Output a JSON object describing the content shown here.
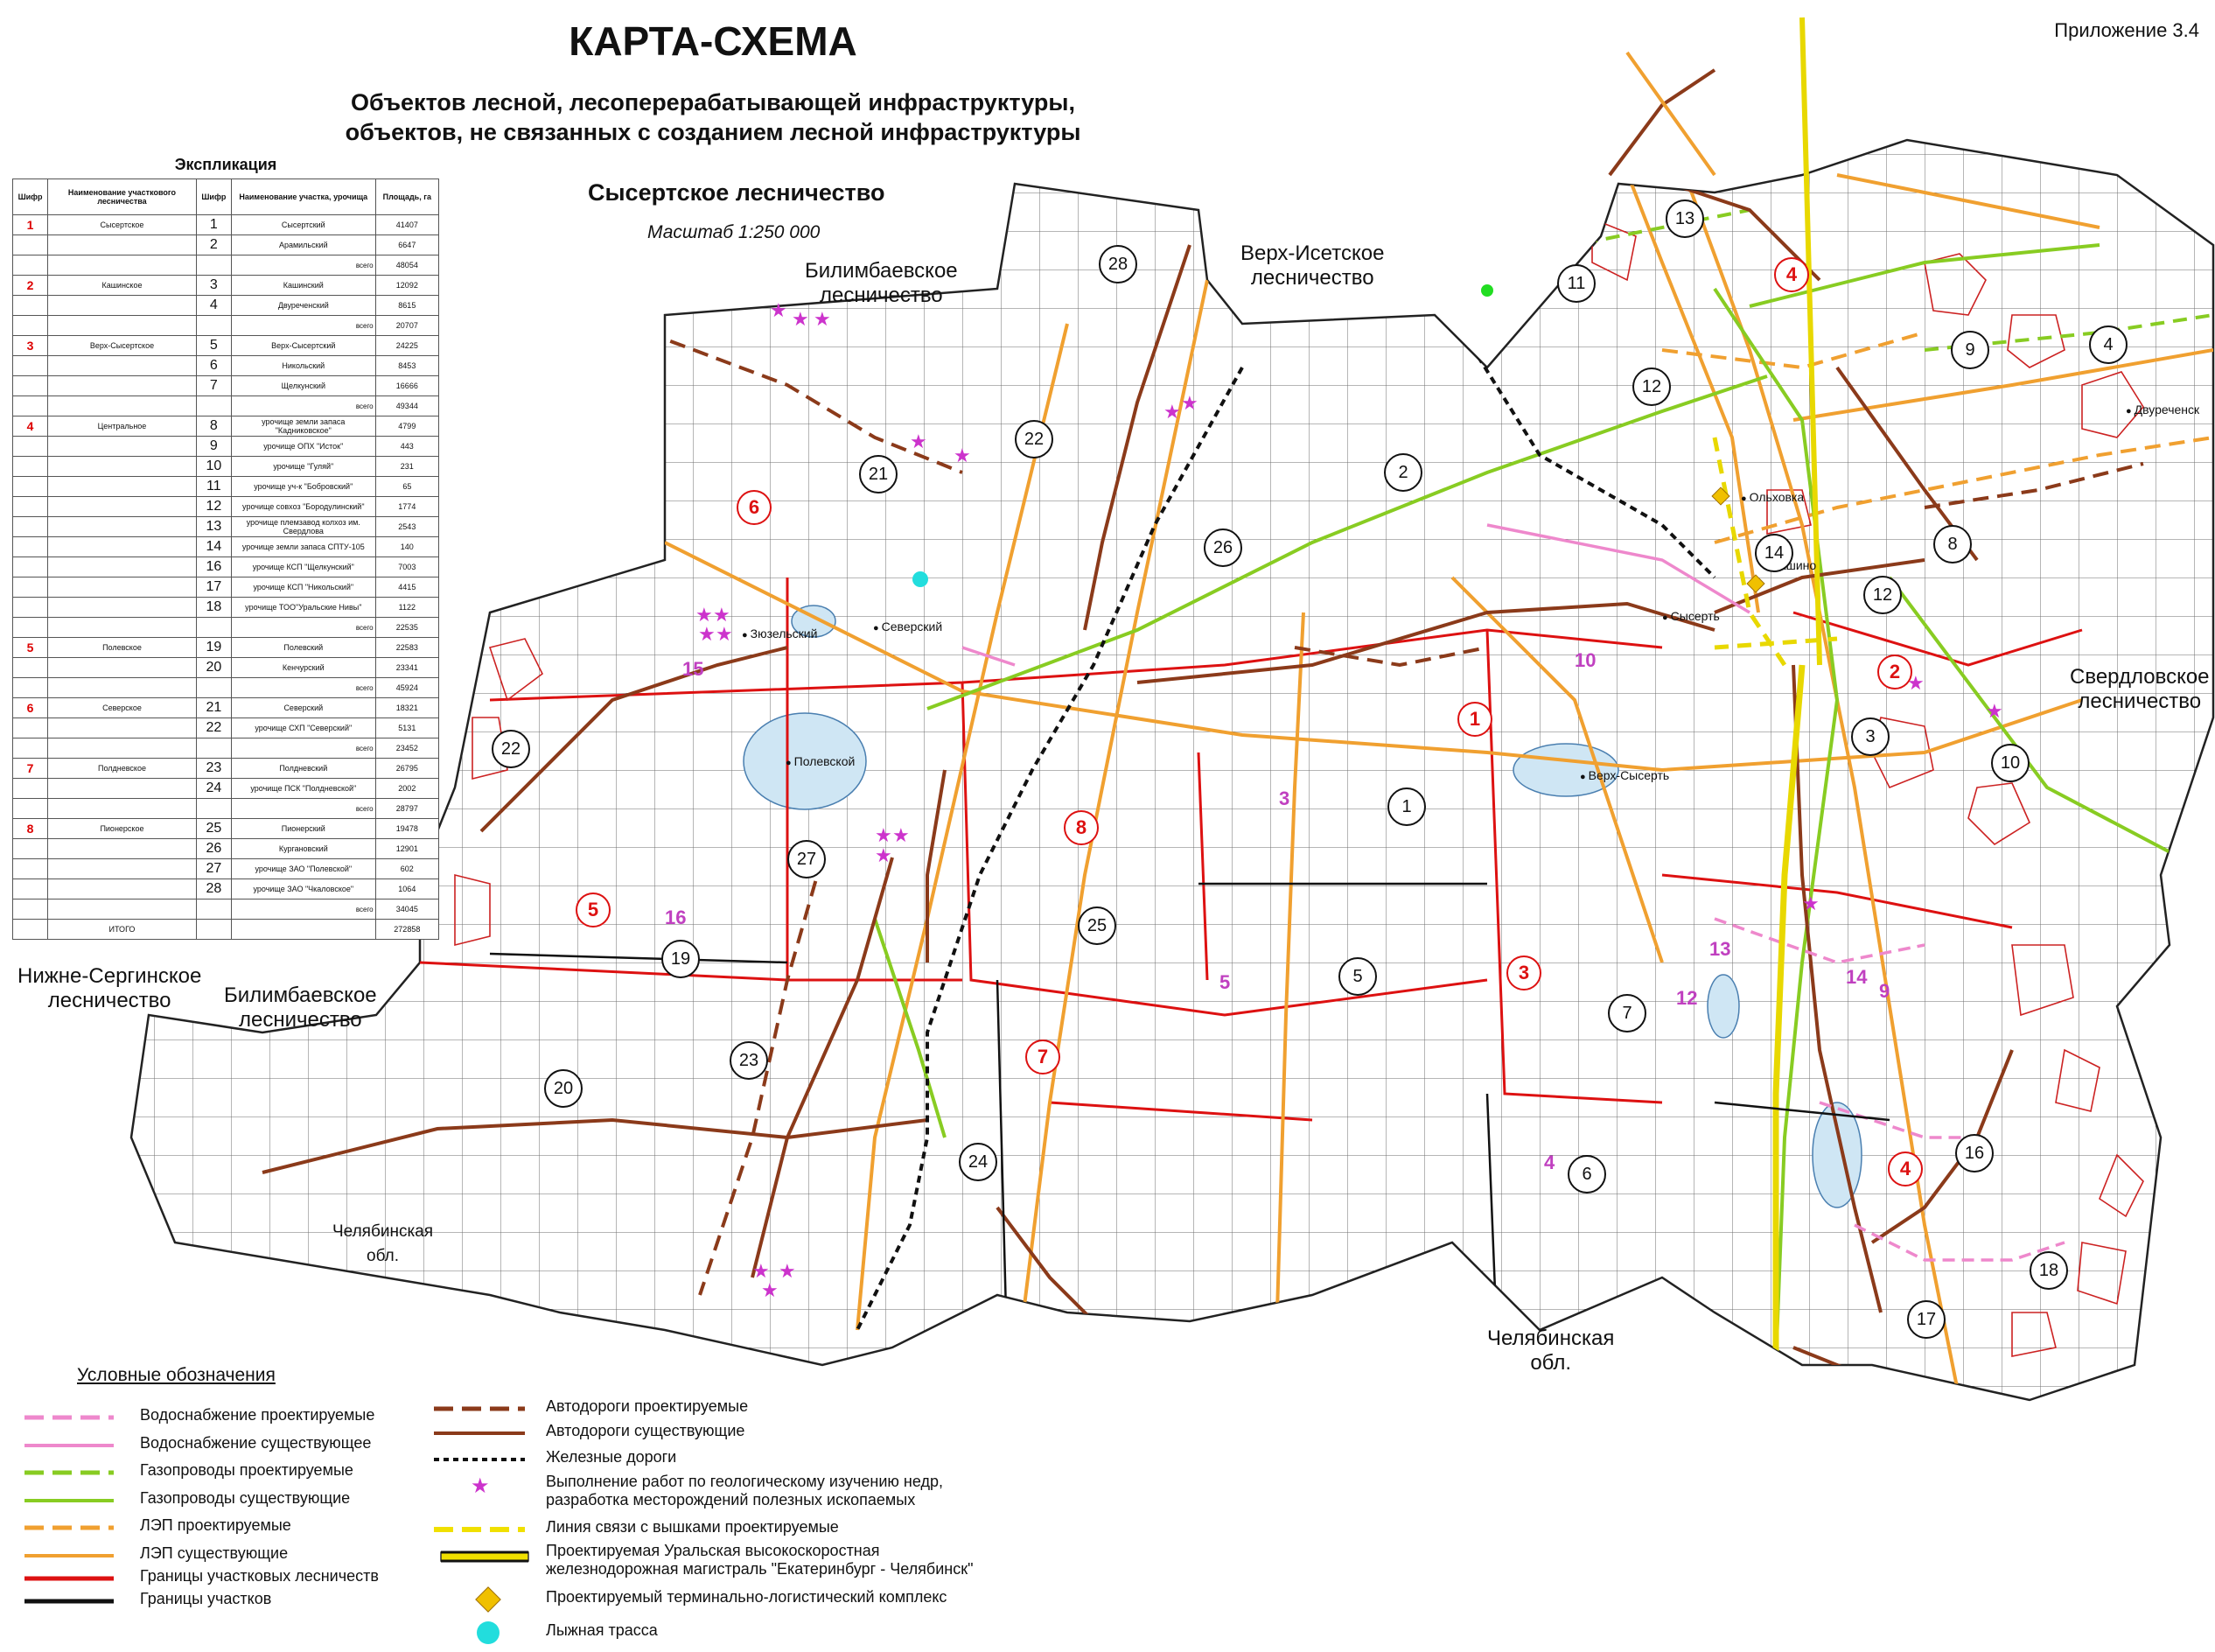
{
  "header": {
    "title": "КАРТА-СХЕМА",
    "subtitle_line1": "Объектов лесной, лесоперерабатывающей инфраструктуры,",
    "subtitle_line2": "объектов, не связанных с созданием лесной инфраструктуры",
    "appendix": "Приложение 3.4",
    "forestry_name": "Сысертское лесничество",
    "scale": "Масштаб 1:250 000"
  },
  "neighbors": {
    "bilimbaevskoe_north_1": "Билимбаевское",
    "bilimbaevskoe_north_2": "лесничество",
    "verkh_isetskoe_1": "Верх-Исетское",
    "verkh_isetskoe_2": "лесничество",
    "sverdlovskoe_1": "Свердловское",
    "sverdlovskoe_2": "лесничество",
    "nizhne_serginskoe_1": "Нижне-Сергинское",
    "nizhne_serginskoe_2": "лесничество",
    "bilimbaevskoe_south_1": "Билимбаевское",
    "bilimbaevskoe_south_2": "лесничество",
    "chelyabinsk_west_1": "Челябинская",
    "chelyabinsk_west_2": "обл.",
    "chelyabinsk_south_1": "Челябинская",
    "chelyabinsk_south_2": "обл."
  },
  "places": {
    "severskiy": "Северский",
    "zyuzelskiy": "Зюзельский",
    "polevskoy": "Полевской",
    "sysert": "Сысерть",
    "verkh_sysert": "Верх-Сысерть",
    "kashino": "Кашино",
    "dvurechensk": "Двуреченск",
    "olkhovka": "Ольховка"
  },
  "explication": {
    "title": "Экспликация",
    "headers": {
      "code": "Шифр",
      "forestry": "Наименование участкового лесничества",
      "code2": "Шифр",
      "section": "Наименование участка, урочища",
      "area": "Площадь, га"
    },
    "rows": [
      {
        "code": "1",
        "forestry": "Сысертское",
        "sub": "1",
        "name": "Сысертский",
        "area": "41407"
      },
      {
        "code": "",
        "forestry": "",
        "sub": "2",
        "name": "Арамильский",
        "area": "6647"
      },
      {
        "code": "",
        "forestry": "",
        "sub": "",
        "name": "всего",
        "area": "48054",
        "total": true
      },
      {
        "code": "2",
        "forestry": "Кашинское",
        "sub": "3",
        "name": "Кашинский",
        "area": "12092"
      },
      {
        "code": "",
        "forestry": "",
        "sub": "4",
        "name": "Двуреченский",
        "area": "8615"
      },
      {
        "code": "",
        "forestry": "",
        "sub": "",
        "name": "всего",
        "area": "20707",
        "total": true
      },
      {
        "code": "3",
        "forestry": "Верх-Сысертское",
        "sub": "5",
        "name": "Верх-Сысертский",
        "area": "24225"
      },
      {
        "code": "",
        "forestry": "",
        "sub": "6",
        "name": "Никольский",
        "area": "8453"
      },
      {
        "code": "",
        "forestry": "",
        "sub": "7",
        "name": "Щелкунский",
        "area": "16666"
      },
      {
        "code": "",
        "forestry": "",
        "sub": "",
        "name": "всего",
        "area": "49344",
        "total": true
      },
      {
        "code": "4",
        "forestry": "Центральное",
        "sub": "8",
        "name": "урочище земли запаса \"Кадниковское\"",
        "area": "4799"
      },
      {
        "code": "",
        "forestry": "",
        "sub": "9",
        "name": "урочище ОПХ \"Исток\"",
        "area": "443"
      },
      {
        "code": "",
        "forestry": "",
        "sub": "10",
        "name": "урочище \"Гуляй\"",
        "area": "231"
      },
      {
        "code": "",
        "forestry": "",
        "sub": "11",
        "name": "урочище уч-к \"Бобровский\"",
        "area": "65"
      },
      {
        "code": "",
        "forestry": "",
        "sub": "12",
        "name": "урочище совхоз \"Бородулинский\"",
        "area": "1774"
      },
      {
        "code": "",
        "forestry": "",
        "sub": "13",
        "name": "урочище племзавод колхоз им. Свердлова",
        "area": "2543"
      },
      {
        "code": "",
        "forestry": "",
        "sub": "14",
        "name": "урочище земли запаса СПТУ-105",
        "area": "140"
      },
      {
        "code": "",
        "forestry": "",
        "sub": "16",
        "name": "урочище КСП \"Щелкунский\"",
        "area": "7003"
      },
      {
        "code": "",
        "forestry": "",
        "sub": "17",
        "name": "урочище КСП \"Никольский\"",
        "area": "4415"
      },
      {
        "code": "",
        "forestry": "",
        "sub": "18",
        "name": "урочище ТОО\"Уральские Нивы\"",
        "area": "1122"
      },
      {
        "code": "",
        "forestry": "",
        "sub": "",
        "name": "всего",
        "area": "22535",
        "total": true
      },
      {
        "code": "5",
        "forestry": "Полевское",
        "sub": "19",
        "name": "Полевский",
        "area": "22583"
      },
      {
        "code": "",
        "forestry": "",
        "sub": "20",
        "name": "Кенчурский",
        "area": "23341"
      },
      {
        "code": "",
        "forestry": "",
        "sub": "",
        "name": "всего",
        "area": "45924",
        "total": true
      },
      {
        "code": "6",
        "forestry": "Северское",
        "sub": "21",
        "name": "Северский",
        "area": "18321"
      },
      {
        "code": "",
        "forestry": "",
        "sub": "22",
        "name": "урочище СХП \"Северский\"",
        "area": "5131"
      },
      {
        "code": "",
        "forestry": "",
        "sub": "",
        "name": "всего",
        "area": "23452",
        "total": true
      },
      {
        "code": "7",
        "forestry": "Полдневское",
        "sub": "23",
        "name": "Полдневский",
        "area": "26795"
      },
      {
        "code": "",
        "forestry": "",
        "sub": "24",
        "name": "урочище ПСК \"Полдневской\"",
        "area": "2002"
      },
      {
        "code": "",
        "forestry": "",
        "sub": "",
        "name": "всего",
        "area": "28797",
        "total": true
      },
      {
        "code": "8",
        "forestry": "Пионерское",
        "sub": "25",
        "name": "Пионерский",
        "area": "19478"
      },
      {
        "code": "",
        "forestry": "",
        "sub": "26",
        "name": "Кургановский",
        "area": "12901"
      },
      {
        "code": "",
        "forestry": "",
        "sub": "27",
        "name": "урочище ЗАО \"Полевской\"",
        "area": "602"
      },
      {
        "code": "",
        "forestry": "",
        "sub": "28",
        "name": "урочище ЗАО \"Чкаловское\"",
        "area": "1064"
      },
      {
        "code": "",
        "forestry": "",
        "sub": "",
        "name": "всего",
        "area": "34045",
        "total": true
      },
      {
        "code": "",
        "forestry": "ИТОГО",
        "sub": "",
        "name": "",
        "area": "272858",
        "total": true
      }
    ]
  },
  "legend": {
    "title": "Условные обозначения",
    "left": [
      {
        "label": "Водоснабжение проектируемые",
        "color": "#ee88cc",
        "style": "dash"
      },
      {
        "label": "Водоснабжение существующее",
        "color": "#ee88cc",
        "style": "solid"
      },
      {
        "label": "Газопроводы проектируемые",
        "color": "#88cc22",
        "style": "dash"
      },
      {
        "label": "Газопроводы существующие",
        "color": "#88cc22",
        "style": "solid"
      },
      {
        "label": "ЛЭП проектируемые",
        "color": "#f0a030",
        "style": "dash"
      },
      {
        "label": "ЛЭП существующие",
        "color": "#f0a030",
        "style": "solid"
      },
      {
        "label": "Границы участковых лесничеств",
        "color": "#dd1111",
        "style": "solid"
      },
      {
        "label": "Границы участков",
        "color": "#111111",
        "style": "solid"
      }
    ],
    "right": [
      {
        "label": "Автодороги проектируемые",
        "color": "#8b3a1a",
        "style": "dash"
      },
      {
        "label": "Автодороги существующие",
        "color": "#8b3a1a",
        "style": "solid"
      },
      {
        "label": "Железные дороги",
        "color": "#111111",
        "style": "dot"
      },
      {
        "label": "Выполнение работ по геологическому изучению недр,",
        "label2": "разработка месторождений полезных ископаемых",
        "color": "#cc33cc",
        "style": "star"
      },
      {
        "label": "Линия связи с вышками проектируемые",
        "color": "#f0e000",
        "style": "dash"
      },
      {
        "label": "Проектируемая Уральская высокоскоростная",
        "label2": "железнодорожная магистраль \"Екатеринбург - Челябинск\"",
        "color": "#f0e000",
        "style": "rail"
      },
      {
        "label": "Проектируемый терминально-логистический комплекс",
        "color": "#f0c000",
        "style": "diamond"
      },
      {
        "label": "Лыжная трасса",
        "color": "#22dddd",
        "style": "dot-circle"
      }
    ]
  },
  "map_labels": {
    "forestry_numbers": [
      "1",
      "2",
      "3",
      "4",
      "4",
      "5",
      "6",
      "7",
      "8"
    ],
    "section_numbers": [
      "1",
      "2",
      "3",
      "4",
      "5",
      "6",
      "7",
      "8",
      "9",
      "10",
      "11",
      "12",
      "12",
      "13",
      "14",
      "16",
      "17",
      "18",
      "19",
      "20",
      "21",
      "22",
      "22",
      "23",
      "24",
      "25",
      "26",
      "27",
      "28"
    ],
    "magenta_numbers": [
      "3",
      "4",
      "5",
      "9",
      "10",
      "12",
      "13",
      "14",
      "15",
      "16"
    ]
  },
  "colors": {
    "forestry_border": "#dd1111",
    "section_border": "#111111",
    "road": "#8b3a1a",
    "power_line": "#f0a030",
    "gas": "#88cc22",
    "water": "#ee88cc",
    "rail": "#111111",
    "comm": "#f0e000",
    "lake": "#cfe6f4"
  }
}
